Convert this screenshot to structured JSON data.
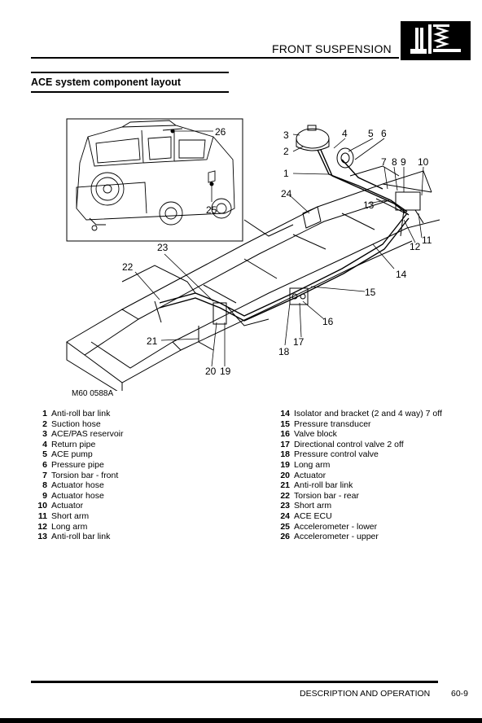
{
  "header": {
    "section_title": "FRONT SUSPENSION",
    "icon": "suspension-spring-icon"
  },
  "section": {
    "title": "ACE system component layout"
  },
  "figure": {
    "code": "M60 0588A",
    "callouts": [
      "1",
      "2",
      "3",
      "4",
      "5",
      "6",
      "7",
      "8",
      "9",
      "10",
      "11",
      "12",
      "13",
      "14",
      "15",
      "16",
      "17",
      "18",
      "19",
      "20",
      "21",
      "22",
      "23",
      "24",
      "25",
      "26"
    ]
  },
  "legend": {
    "left": [
      {
        "num": "1",
        "label": "Anti-roll bar link"
      },
      {
        "num": "2",
        "label": "Suction hose"
      },
      {
        "num": "3",
        "label": "ACE/PAS reservoir"
      },
      {
        "num": "4",
        "label": "Return pipe"
      },
      {
        "num": "5",
        "label": "ACE pump"
      },
      {
        "num": "6",
        "label": "Pressure pipe"
      },
      {
        "num": "7",
        "label": "Torsion bar - front"
      },
      {
        "num": "8",
        "label": "Actuator hose"
      },
      {
        "num": "9",
        "label": "Actuator hose"
      },
      {
        "num": "10",
        "label": "Actuator"
      },
      {
        "num": "11",
        "label": "Short arm"
      },
      {
        "num": "12",
        "label": "Long arm"
      },
      {
        "num": "13",
        "label": "Anti-roll bar link"
      }
    ],
    "right": [
      {
        "num": "14",
        "label": "Isolator and bracket (2 and 4 way) 7 off"
      },
      {
        "num": "15",
        "label": "Pressure transducer"
      },
      {
        "num": "16",
        "label": "Valve block"
      },
      {
        "num": "17",
        "label": "Directional control valve 2 off"
      },
      {
        "num": "18",
        "label": "Pressure control valve"
      },
      {
        "num": "19",
        "label": "Long arm"
      },
      {
        "num": "20",
        "label": "Actuator"
      },
      {
        "num": "21",
        "label": "Anti-roll bar link"
      },
      {
        "num": "22",
        "label": "Torsion bar - rear"
      },
      {
        "num": "23",
        "label": "Short arm"
      },
      {
        "num": "24",
        "label": "ACE ECU"
      },
      {
        "num": "25",
        "label": "Accelerometer - lower"
      },
      {
        "num": "26",
        "label": "Accelerometer - upper"
      }
    ]
  },
  "footer": {
    "text": "DESCRIPTION AND OPERATION",
    "page": "60-9"
  }
}
